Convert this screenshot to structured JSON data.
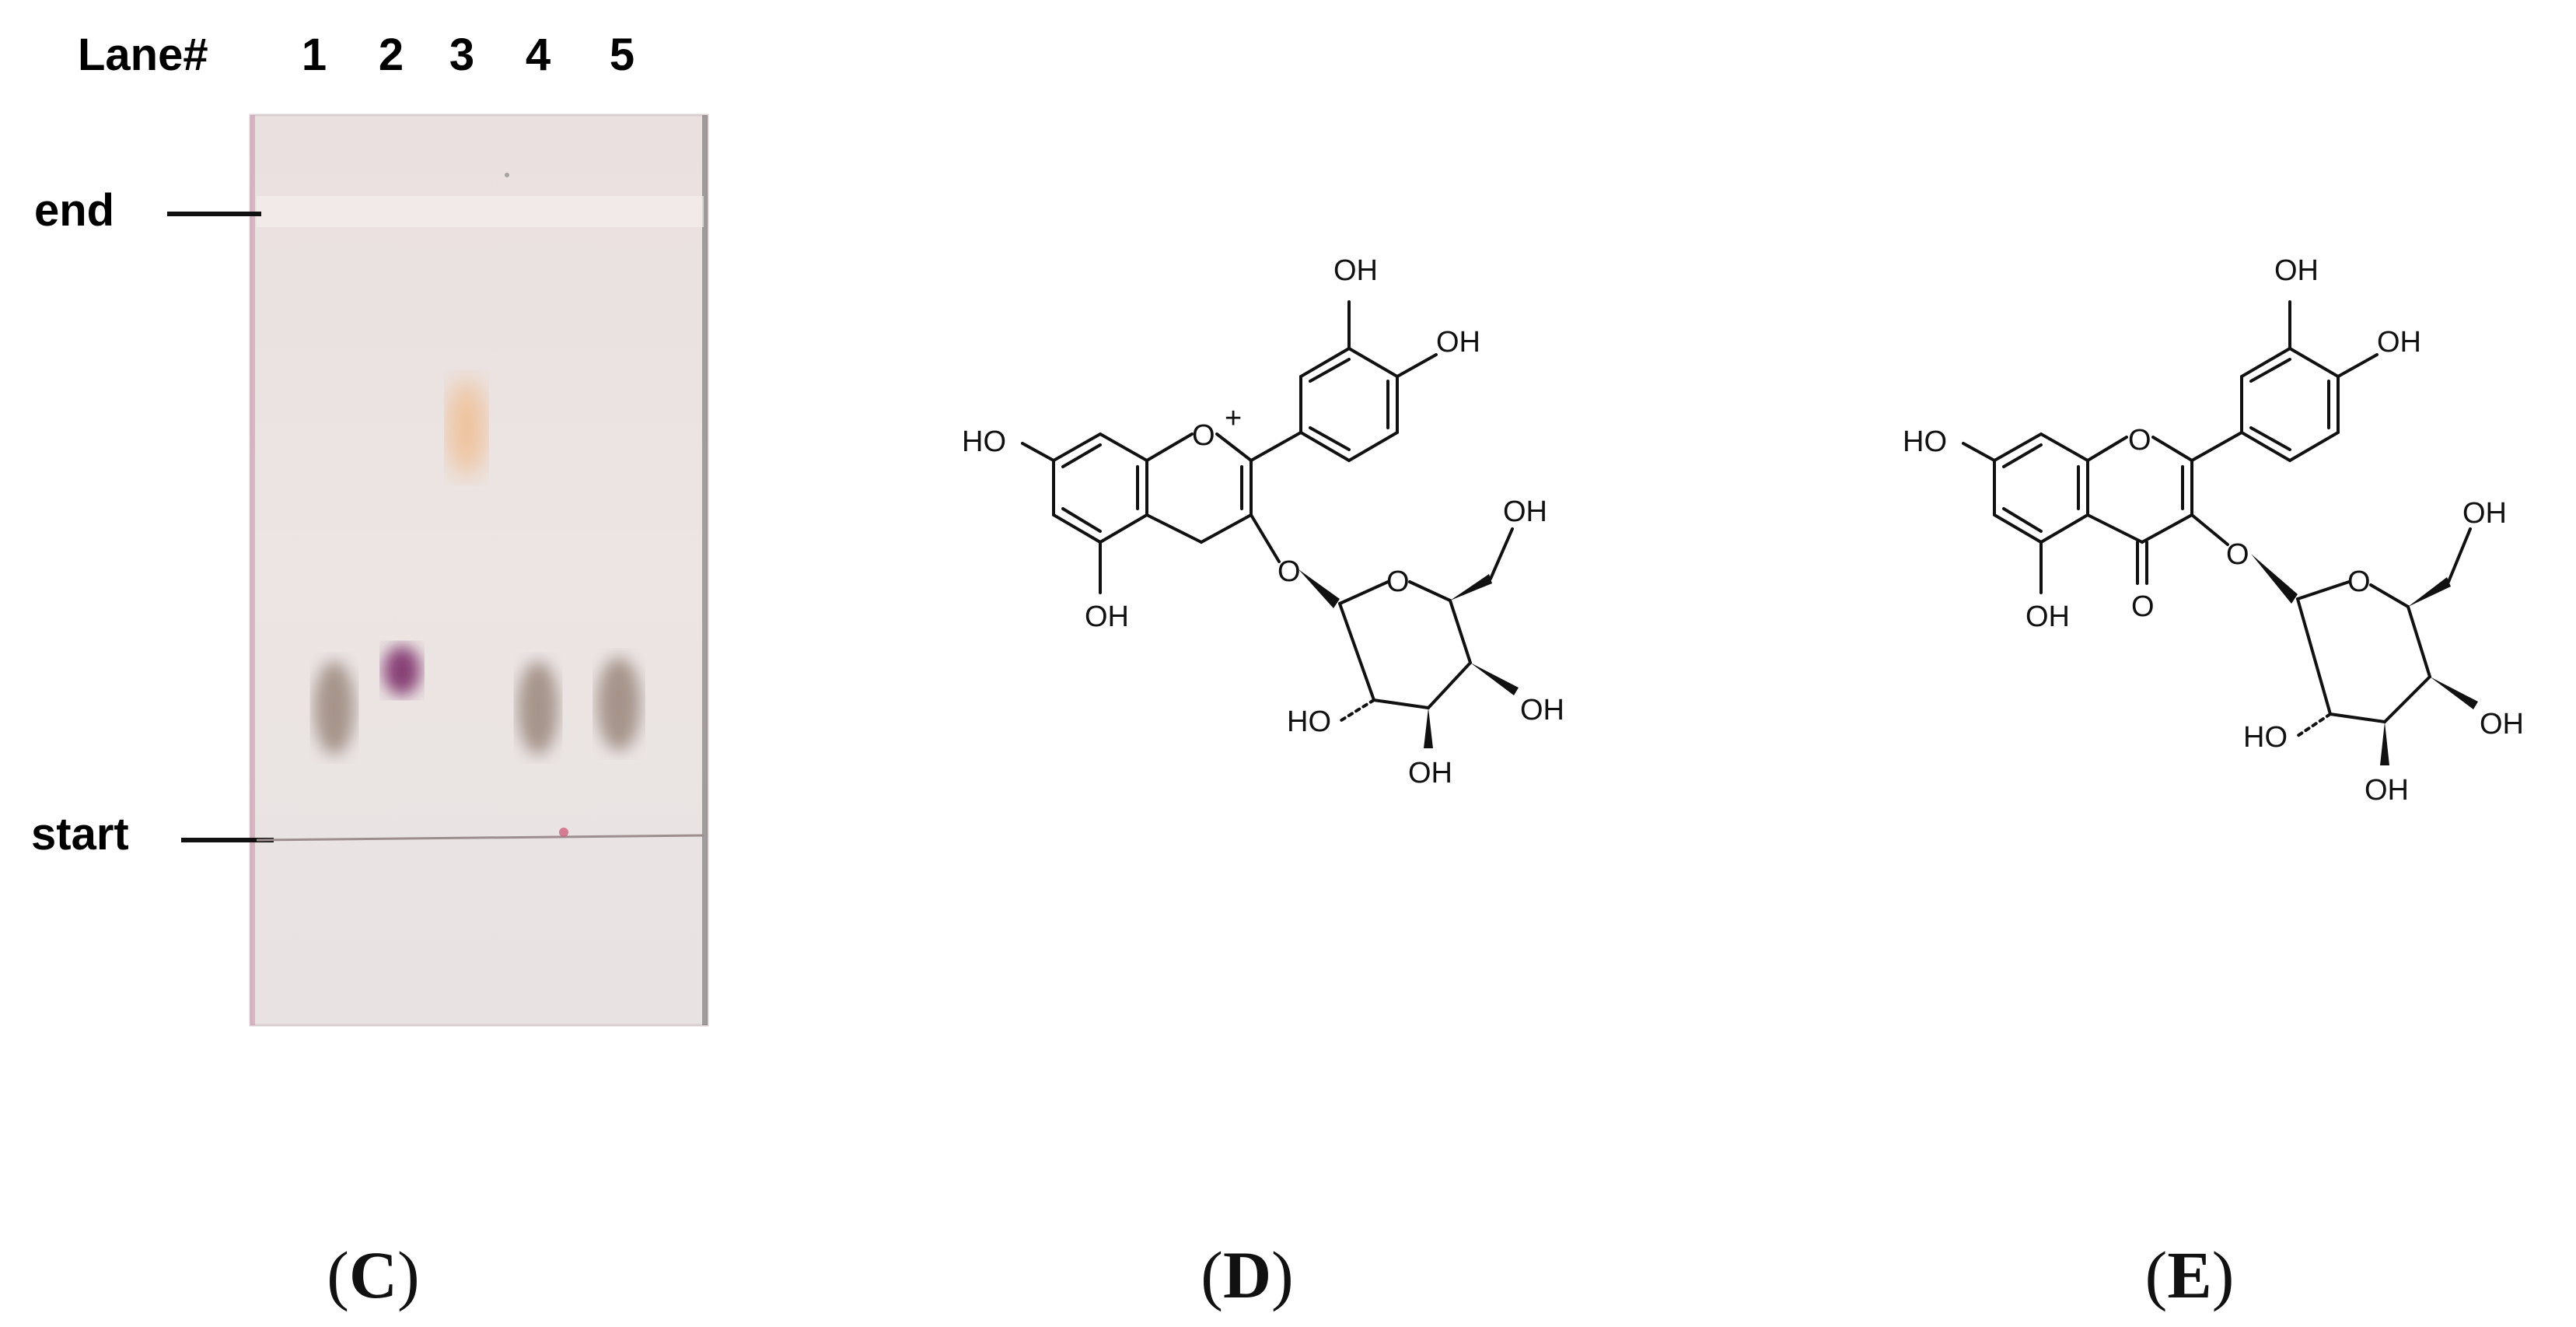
{
  "tlc": {
    "header": "Lane#",
    "lanes": [
      "1",
      "2",
      "3",
      "4",
      "5"
    ],
    "end_label": "end",
    "start_label": "start"
  },
  "panels": {
    "c": {
      "open": "(",
      "letter": "C",
      "close": ")"
    },
    "d": {
      "open": "(",
      "letter": "D",
      "close": ")"
    },
    "e": {
      "open": "(",
      "letter": "E",
      "close": ")"
    }
  },
  "atoms": {
    "oh": "OH",
    "ho": "HO",
    "o": "O",
    "charge": "+"
  },
  "colors": {
    "plate": "#ebe3e1",
    "spot_brown": "#8f7a6e",
    "spot_purple": "#7d2f6a",
    "spot_orange": "#f0b581"
  }
}
